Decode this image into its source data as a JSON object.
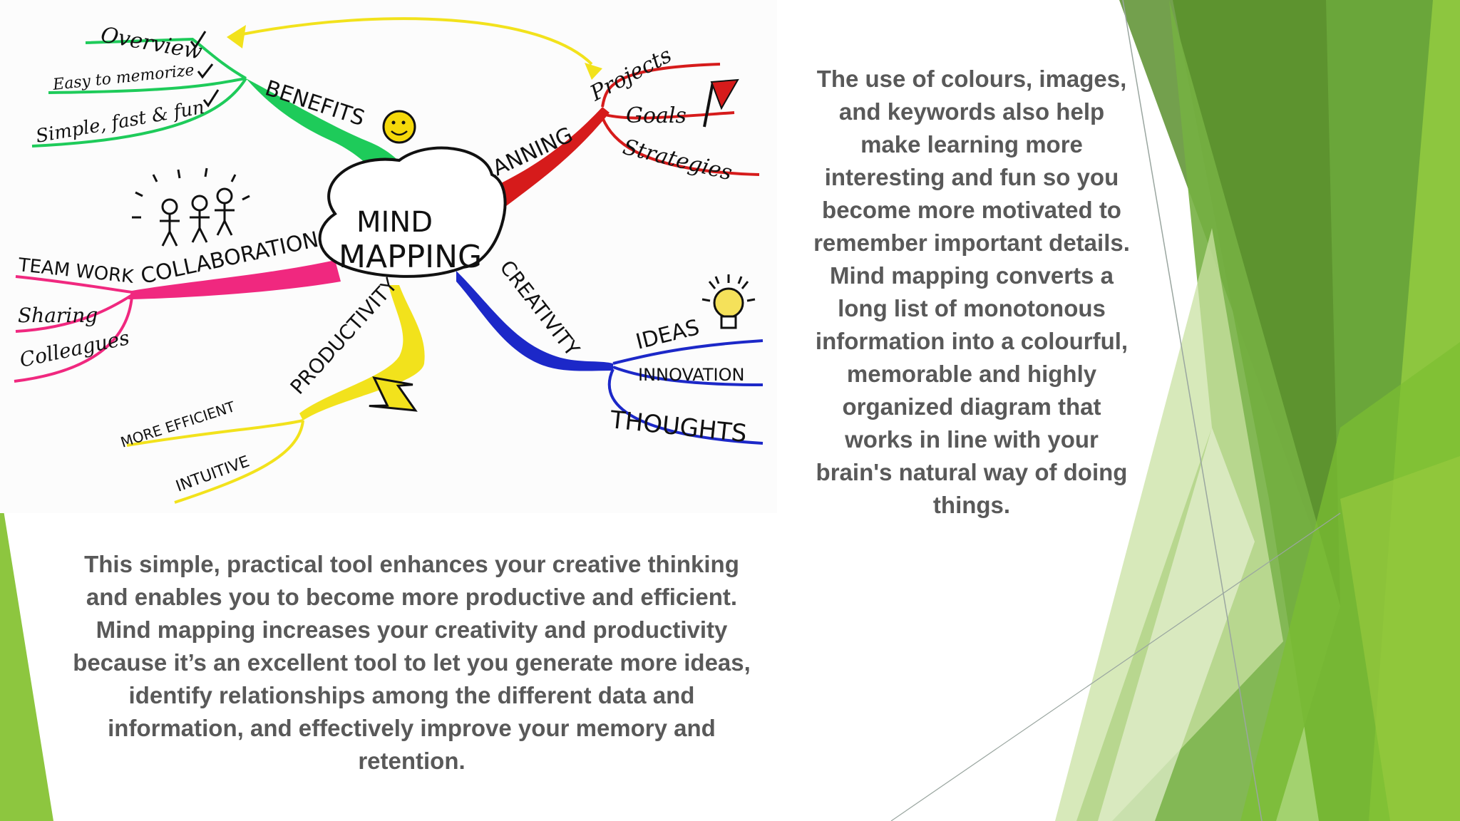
{
  "mind_map": {
    "center": [
      "MIND",
      "MAPPING"
    ],
    "branches": {
      "benefits": {
        "label": "BENEFITS",
        "items": [
          "Overview",
          "Easy to memorize",
          "Simple, fast & fun"
        ]
      },
      "planning": {
        "label": "PLANNING",
        "items": [
          "Projects",
          "Goals",
          "Strategies"
        ]
      },
      "collaboration": {
        "label": "COLLABORATION",
        "items": [
          "TEAM WORK",
          "Sharing",
          "Colleagues"
        ]
      },
      "creativity": {
        "label": "CREATIVITY",
        "items": [
          "IDEAS",
          "INNOVATION",
          "THOUGHTS"
        ]
      },
      "productivity": {
        "label": "PRODUCTIVITY",
        "items": [
          "MORE EFFICIENT",
          "INTUITIVE"
        ]
      }
    },
    "icons": [
      "smiley-icon",
      "red-flag-icon",
      "stick-figures-icon",
      "lightbulb-icon",
      "lightning-bolt-icon",
      "checkmark-icon"
    ]
  },
  "text_right": "The use of colours, images, and keywords also help make learning more interesting and fun so you become more motivated to remember important details. Mind mapping converts a long list of monotonous information into a colourful, memorable and highly organized diagram that works in line with your brain's natural way of doing things.",
  "text_bottom": "This simple, practical tool enhances your creative thinking and enables you to become more productive and efficient. Mind mapping increases your creativity and productivity because it’s an excellent tool to let you generate more ideas, identify relationships among the different data and information, and effectively improve your memory and retention.",
  "colors": {
    "text": "#595959",
    "green_dark": "#5b8f2e",
    "green_mid": "#76b043",
    "green_light": "#8dc63f",
    "green_pale": "#c9e2a3",
    "benefits": "#1ecb5a",
    "planning": "#d61b1b",
    "collaboration": "#f0287f",
    "creativity": "#1c28c8",
    "productivity": "#f2e21c"
  }
}
